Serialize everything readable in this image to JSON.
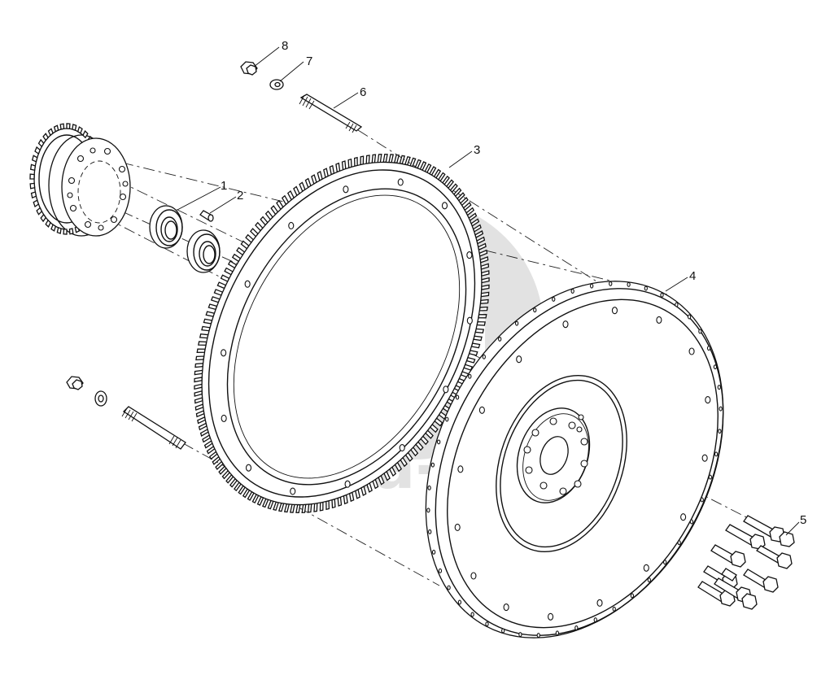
{
  "diagram": {
    "watermark": "data-parts",
    "callouts": [
      {
        "id": "1",
        "label": "1"
      },
      {
        "id": "2",
        "label": "2"
      },
      {
        "id": "3",
        "label": "3"
      },
      {
        "id": "4",
        "label": "4"
      },
      {
        "id": "5",
        "label": "5"
      },
      {
        "id": "6",
        "label": "6"
      },
      {
        "id": "7",
        "label": "7"
      },
      {
        "id": "8",
        "label": "8"
      }
    ],
    "colors": {
      "line": "#111111",
      "watermark": "#e2e2e2",
      "background": "#ffffff"
    }
  }
}
